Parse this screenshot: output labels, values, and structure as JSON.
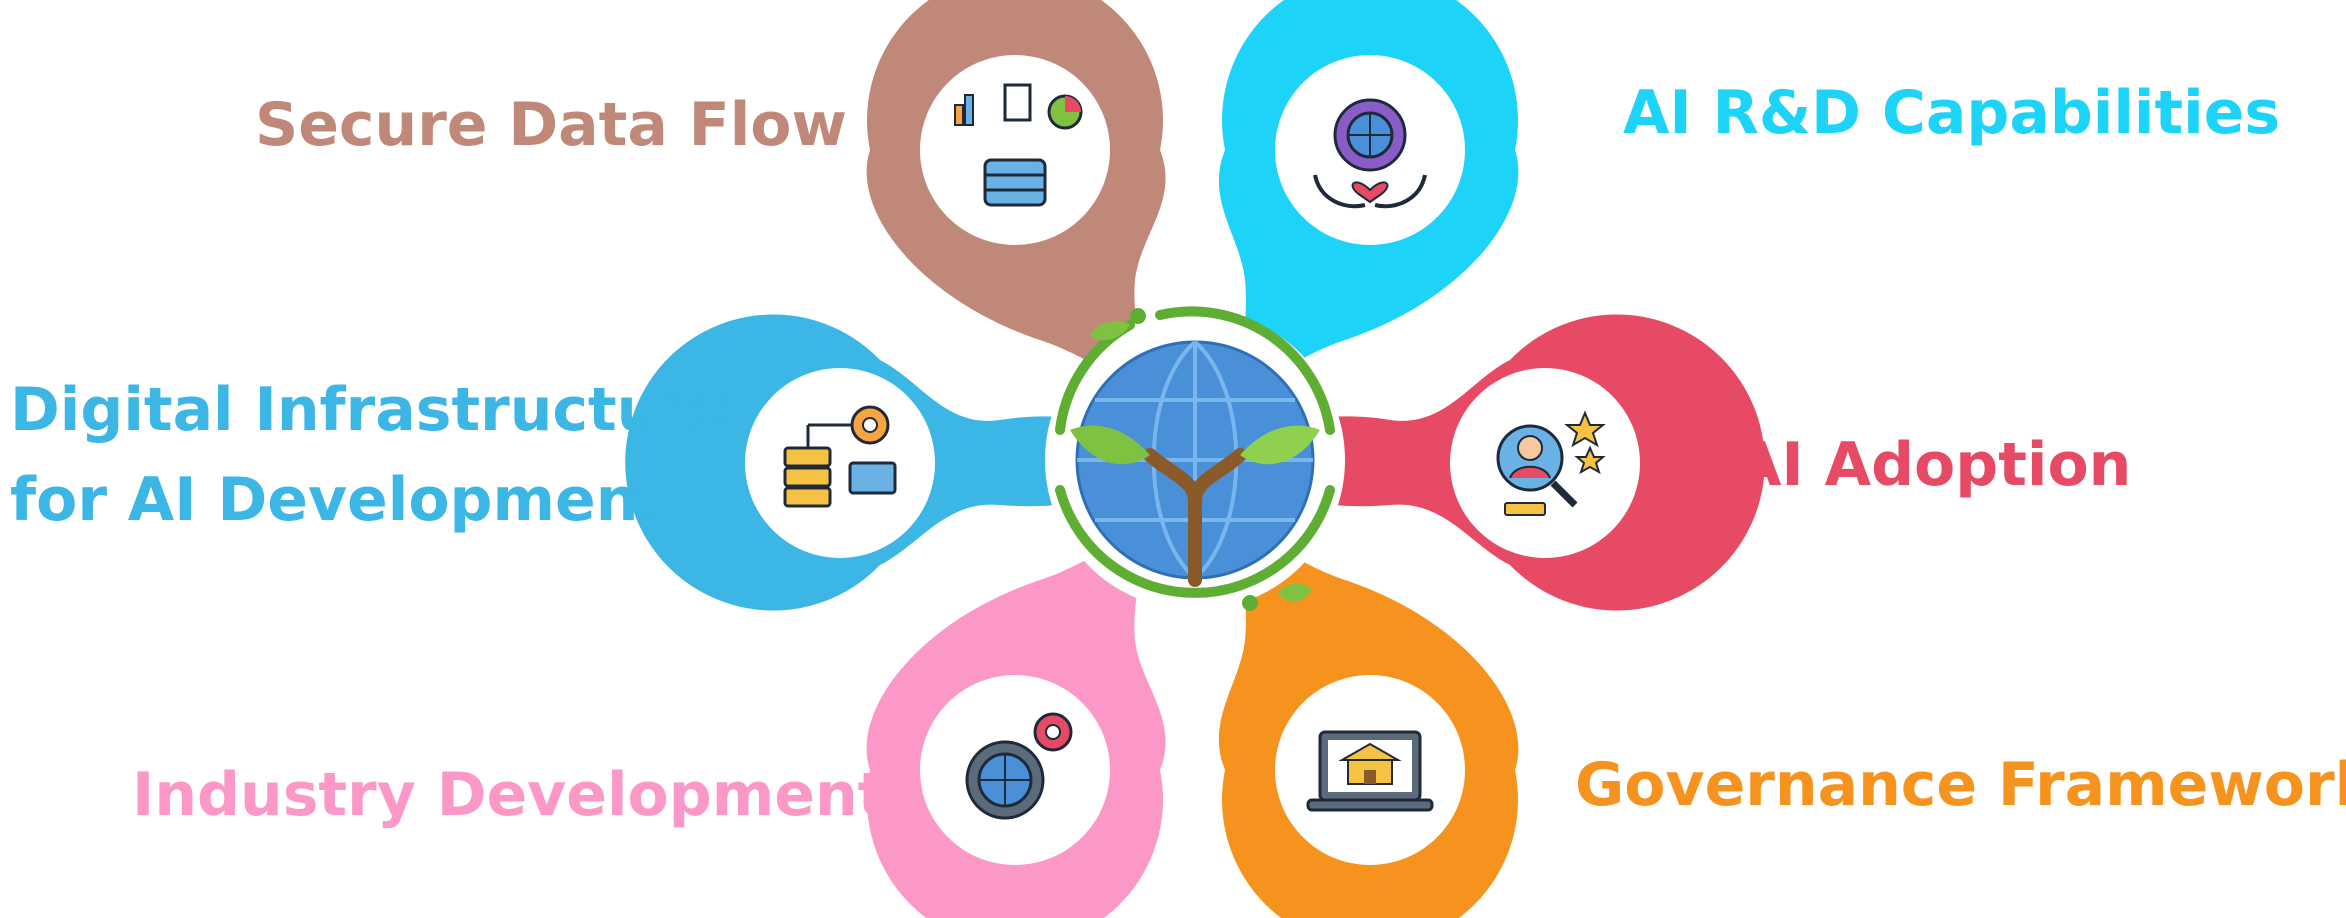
{
  "colors": {
    "secure": "#c08878",
    "rd": "#1ed3f8",
    "digital": "#3cb6e4",
    "adoption": "#e64a64",
    "industry": "#fc98c8",
    "governance": "#f6931e",
    "leaf": "#7fc241",
    "ring": "#5fae34"
  },
  "items": [
    {
      "key": "secure",
      "icon": "data-database-icon",
      "lines": [
        "Secure Data Flow"
      ]
    },
    {
      "key": "rd",
      "icon": "gear-globe-hands-icon",
      "lines": [
        "AI R&D Capabilities"
      ]
    },
    {
      "key": "digital",
      "icon": "server-network-icon",
      "lines": [
        "Digital Infrastructure",
        "for AI Development"
      ]
    },
    {
      "key": "adoption",
      "icon": "user-search-star-icon",
      "lines": [
        "AI Adoption"
      ]
    },
    {
      "key": "industry",
      "icon": "gear-globe-icon",
      "lines": [
        "Industry Development"
      ]
    },
    {
      "key": "governance",
      "icon": "laptop-institution-icon",
      "lines": [
        "Governance Framework"
      ]
    }
  ],
  "center": {
    "icon": "globe-sprout-icon"
  }
}
